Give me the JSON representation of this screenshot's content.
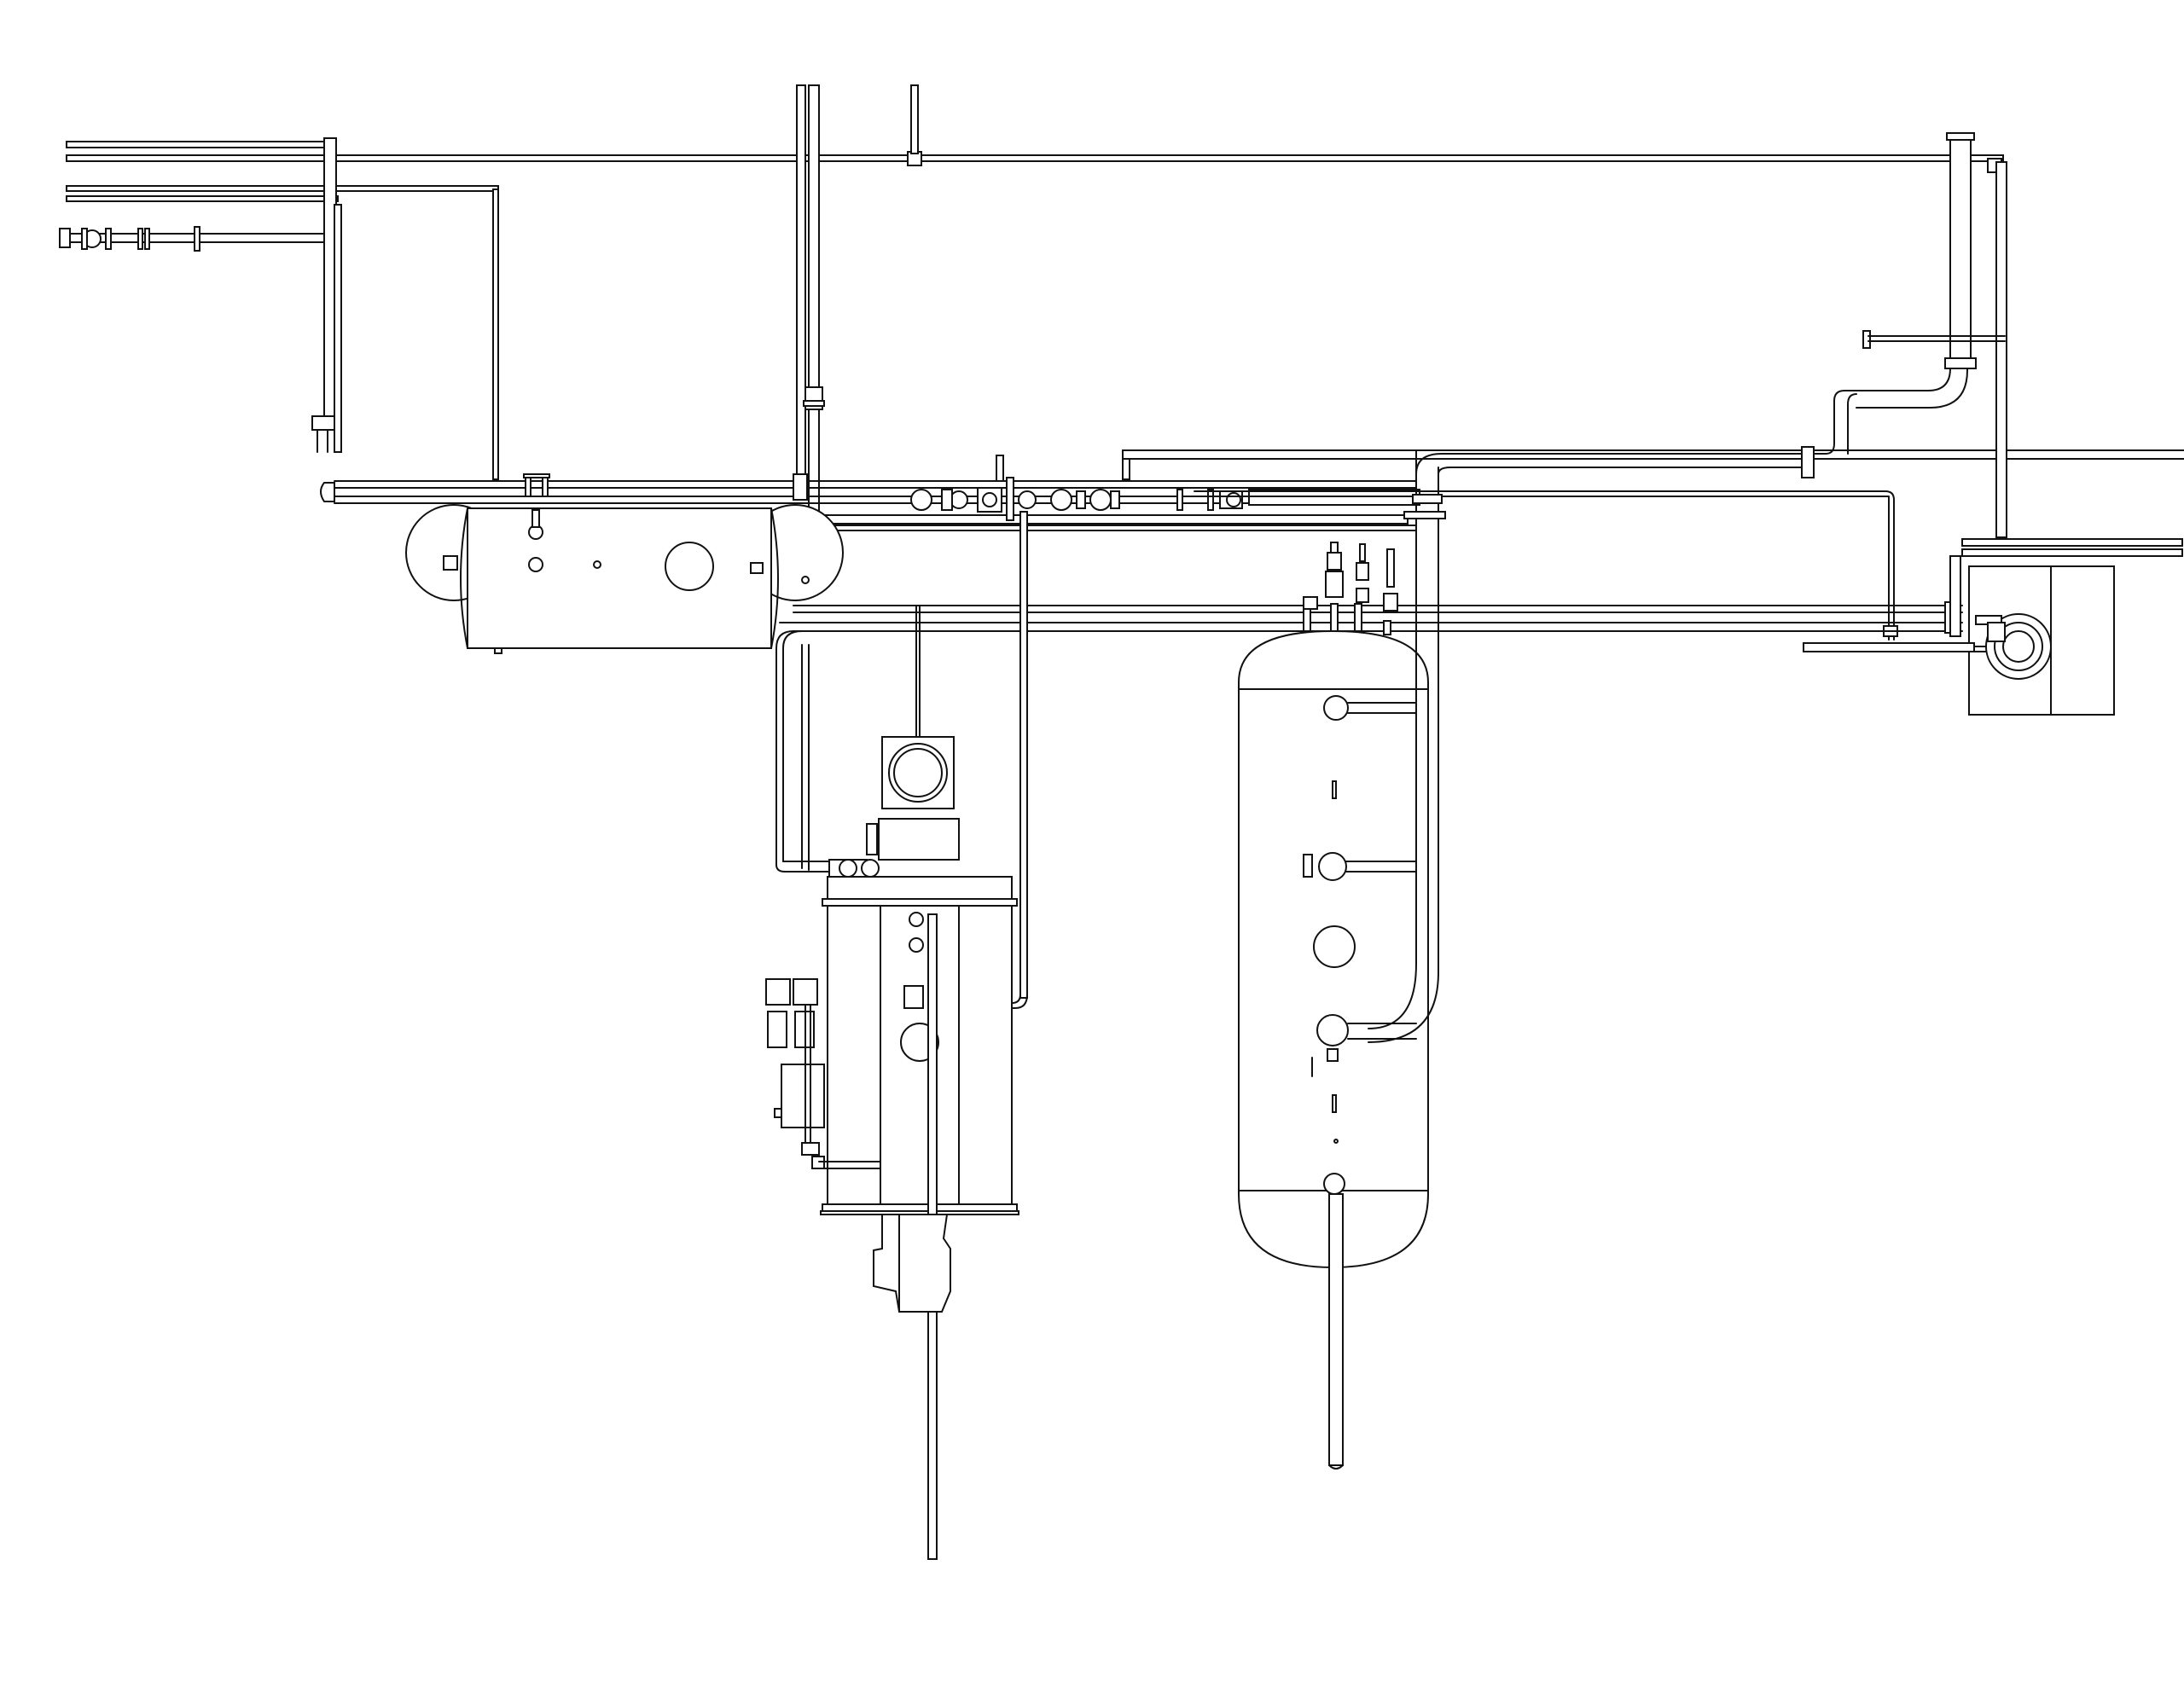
{
  "drawing": {
    "type": "piping isometric / plan line drawing",
    "text_labels": [],
    "colors": {
      "line": "#111111",
      "background": "#ffffff"
    },
    "equipment": [
      "horizontal-vessel",
      "vertical-boiler-unit",
      "vertical-tank",
      "feed-pump-skid"
    ]
  }
}
